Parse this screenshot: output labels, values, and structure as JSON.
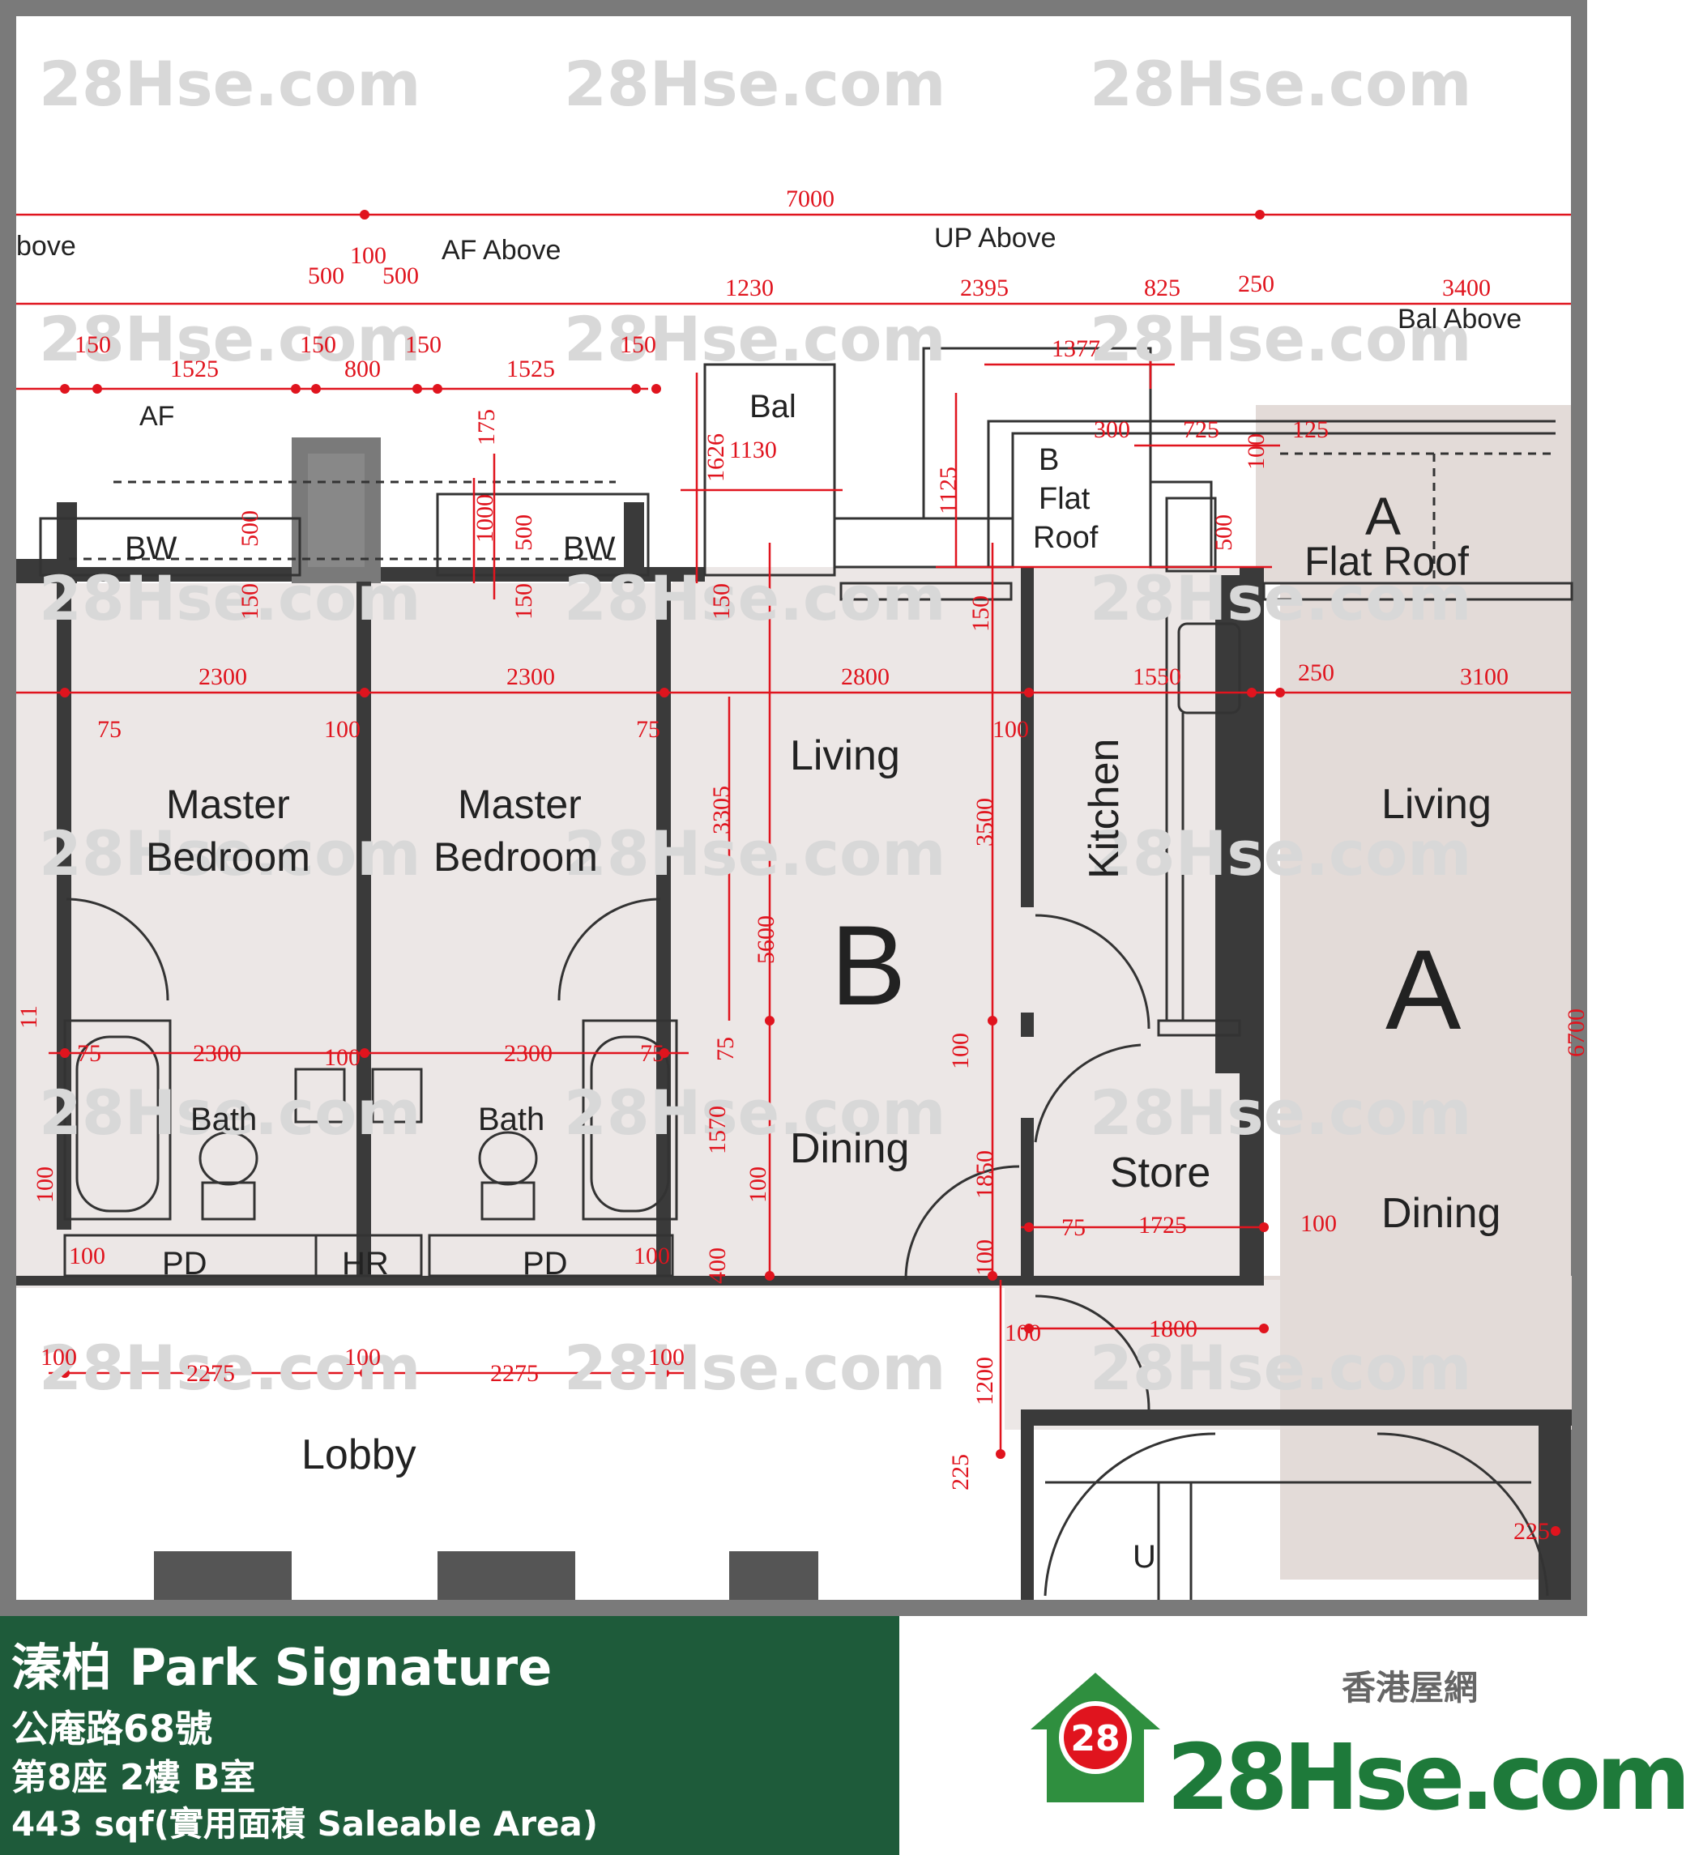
{
  "plan": {
    "dimensions": {
      "top_total": "7000",
      "top_segments": [
        "1230",
        "2395",
        "825",
        "250",
        "3400"
      ],
      "bw_row": [
        "100",
        "500",
        "500",
        "150",
        "1525",
        "800",
        "150",
        "1525",
        "150",
        "150"
      ],
      "bal": [
        "1130",
        "1626",
        "1125",
        "1377",
        "300",
        "725",
        "100",
        "125"
      ],
      "vertical_small": [
        "500",
        "150",
        "1000",
        "500",
        "150",
        "175",
        "150",
        "150",
        "500"
      ],
      "row_main": [
        "2300",
        "2300",
        "2800",
        "1550",
        "250",
        "3100"
      ],
      "row_offsets": [
        "75",
        "100",
        "75",
        "100"
      ],
      "verticals_mid": [
        "3305",
        "3500",
        "5600",
        "6700"
      ],
      "bath_row": [
        "75",
        "2300",
        "100",
        "2300",
        "75",
        "75",
        "100"
      ],
      "verticals_lower": [
        "1570",
        "1850",
        "100",
        "400",
        "100",
        "100",
        "11"
      ],
      "store_row": [
        "75",
        "1725",
        "100"
      ],
      "pd_row": [
        "100",
        "100"
      ],
      "corridor": [
        "100",
        "1800"
      ],
      "lobby_row": [
        "100",
        "2275",
        "100",
        "2275",
        "100"
      ],
      "bottom_verticals": [
        "1200",
        "225",
        "225"
      ]
    },
    "labels": {
      "above_left": "bove",
      "af_above": "AF Above",
      "up_above": "UP Above",
      "bal_above": "Bal Above",
      "af": "AF",
      "bal": "Bal",
      "bw_left": "BW",
      "bw_right": "BW",
      "b_flat_roof_b": "B",
      "b_flat_roof_1": "Flat",
      "b_flat_roof_2": "Roof",
      "a_flat_roof_a": "A",
      "a_flat_roof": "Flat Roof",
      "master_bedroom_1a": "Master",
      "master_bedroom_1b": "Bedroom",
      "master_bedroom_2a": "Master",
      "master_bedroom_2b": "Bedroom",
      "living_b": "Living",
      "kitchen": "Kitchen",
      "living_a": "Living",
      "unit_b": "B",
      "unit_a": "A",
      "bath_1": "Bath",
      "bath_2": "Bath",
      "dining_b": "Dining",
      "store": "Store",
      "dining_a": "Dining",
      "pd_1": "PD",
      "hr": "HR",
      "pd_2": "PD",
      "lobby": "Lobby",
      "u": "U"
    },
    "watermark": "28Hse.com",
    "watermark_badge": "28",
    "colors": {
      "dim": "#e0141e",
      "wall": "#3a3a3a",
      "floor": "#ece7e6",
      "unit_a_floor": "#e3dbd8",
      "watermark": "#d8d8d8"
    }
  },
  "footer": {
    "title": "溱柏 Park Signature",
    "address": "公庵路68號",
    "unit": "第8座 2樓 B室",
    "area": "443 sqf(實用面積 Saleable Area)",
    "logo_sub": "香港屋網",
    "logo_badge": "28",
    "logo_text": "28Hse.com"
  }
}
